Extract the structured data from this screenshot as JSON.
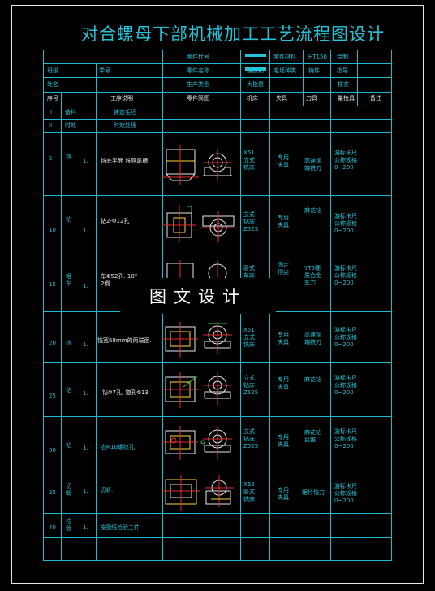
{
  "title": "对合螺母下部机械加工工艺流程图设计",
  "header": {
    "part_code_label": "零件代号",
    "part_material_label": "零件材料",
    "material_value": "HT150",
    "drawn_label": "绘制",
    "class_label": "班级",
    "student_no_label": "学号",
    "part_name_label": "零件名称",
    "part_name_value": "溜板箱",
    "blank_label": "毛坯种类",
    "blank_value": "铸件",
    "check_label": "指导",
    "name_label": "姓名",
    "production_label": "生产类型",
    "production_value": "大批量",
    "audit_label": "核实"
  },
  "columns": {
    "seq": "序号",
    "step": "工序说明",
    "diagram": "零件简图",
    "machine": "机床",
    "fixture": "夹具",
    "tool": "刀具",
    "gauge": "量检具",
    "note": "备注"
  },
  "rows": [
    {
      "no": "I",
      "proc": "备料",
      "step": "",
      "desc": "铸造毛坯",
      "machine": "",
      "fixture": "",
      "tool": "",
      "gauge": ""
    },
    {
      "no": "II",
      "proc": "时效",
      "step": "",
      "desc": "时效处理",
      "machine": "",
      "fixture": "",
      "tool": "",
      "gauge": ""
    },
    {
      "no": "5",
      "proc": "铣",
      "step": "1.",
      "desc": "铣底平面 铣燕尾槽",
      "machine": "X51\n立式\n铣床",
      "fixture": "专用\n夹具",
      "tool": "高速钢\n端铣刀",
      "gauge": "游标卡尺\n公称规格\n0~200"
    },
    {
      "no": "10",
      "proc": "钻",
      "step": "1.",
      "desc": "钻2-Φ12孔",
      "machine": "立式\n钻床\nZ525",
      "fixture": "专用\n夹具",
      "tool": "麻花钻",
      "gauge": "游标卡尺\n公称规格\n0~200"
    },
    {
      "no": "15",
      "proc": "粗\n车",
      "step": "1.",
      "desc": "车Φ52孔, 10°\n2倒.",
      "machine": "卧式\n车床",
      "fixture": "固定\n顶尖",
      "tool": "YT5硬\n质合金\n车刀",
      "gauge": "游标卡尺\n公称规格\n0~200"
    },
    {
      "no": "20",
      "proc": "铣",
      "step": "1.",
      "desc": "铣宽68mm的两端面.",
      "machine": "X51\n立式\n铣床",
      "fixture": "专用\n夹具",
      "tool": "高速钢\n端铣刀",
      "gauge": "游标卡尺\n公称规格\n0~200"
    },
    {
      "no": "25",
      "proc": "钻",
      "step": "1.",
      "desc": "钻Φ7孔, 锪孔Φ13",
      "machine": "立式\n钻床\nZ525",
      "fixture": "专用\n夹具",
      "tool": "麻花钻",
      "gauge": "游标卡尺\n公称规格\n0~200"
    },
    {
      "no": "30",
      "proc": "钻",
      "step": "1.",
      "desc": "钻M10螺纹孔",
      "machine": "立式\n钻床\nZ525",
      "fixture": "专用\n夹具",
      "tool": "麻花钻\n丝锥",
      "gauge": "游标卡尺\n公称规格\n0~200"
    },
    {
      "no": "35",
      "proc": "切\n断",
      "step": "1.",
      "desc": "切断.",
      "machine": "X62\n卧式\n铣床",
      "fixture": "专用\n夹具",
      "tool": "锯片铣刀",
      "gauge": "游标卡尺\n公称规格\n0~200"
    },
    {
      "no": "40",
      "proc": "检\n验",
      "step": "1.",
      "desc": "按图纸检验工件",
      "machine": "",
      "fixture": "",
      "tool": "",
      "gauge": ""
    }
  ],
  "watermark": "图文设计"
}
